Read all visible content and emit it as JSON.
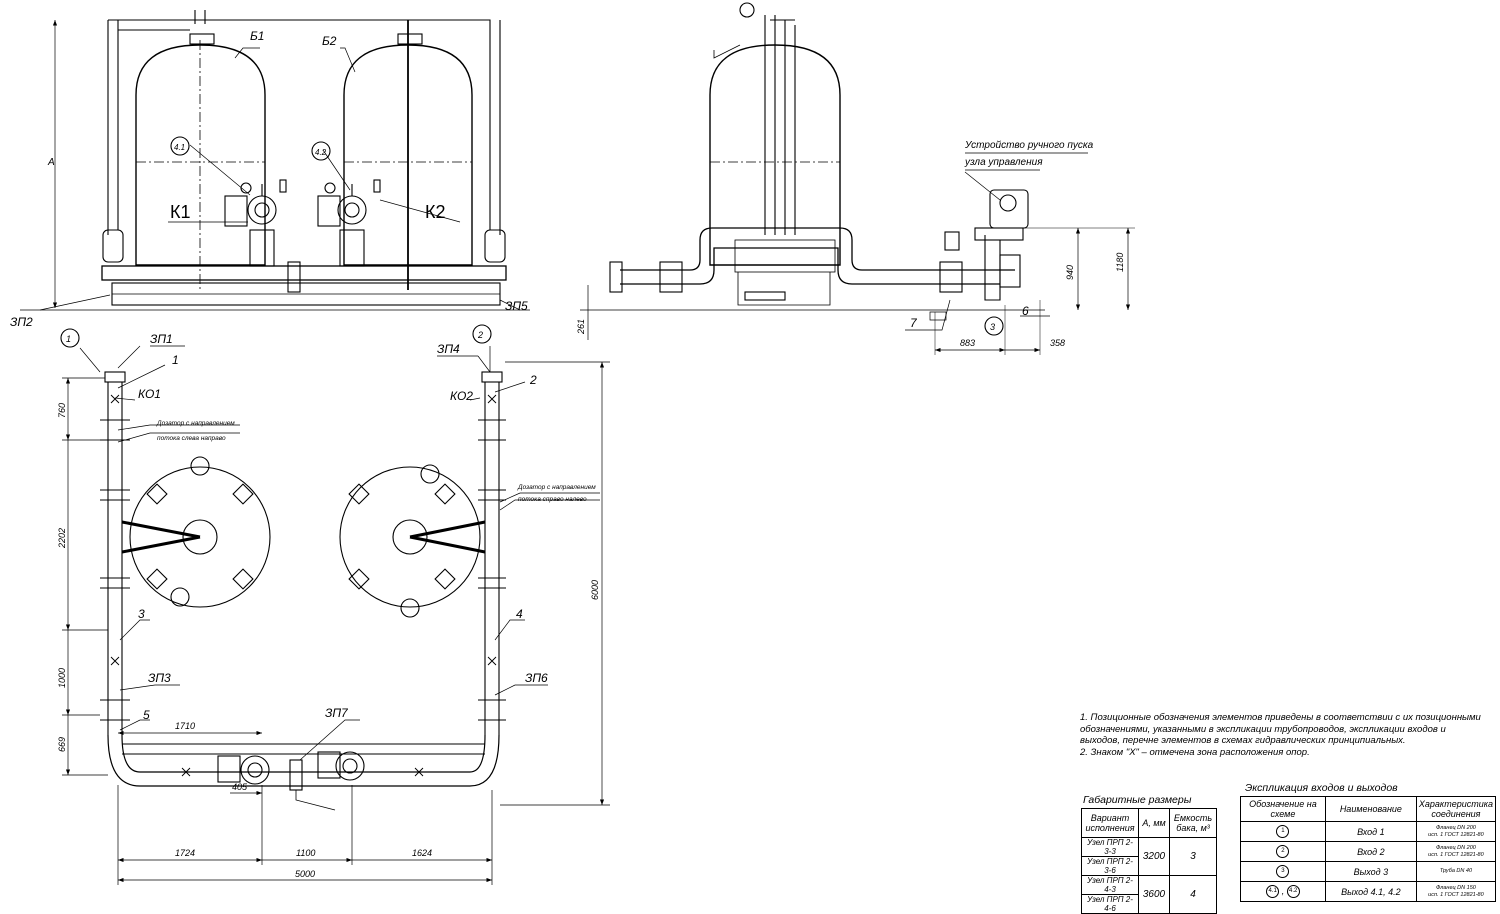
{
  "labels": {
    "tank1": "Б1",
    "tank2": "Б2",
    "k1": "К1",
    "k2": "К2",
    "c41": "4.1",
    "c42": "4.2",
    "dimA": "A",
    "zp1": "ЗП1",
    "zp2": "ЗП2",
    "zp3": "ЗП3",
    "zp4": "ЗП4",
    "zp5": "ЗП5",
    "zp6": "ЗП6",
    "zp7": "ЗП7",
    "ko1": "КО1",
    "ko2": "КО2",
    "c1": "1",
    "c2": "2",
    "c3": "3",
    "n1": "1",
    "n2": "2",
    "n3": "3",
    "n4": "4",
    "n5": "5",
    "n6": "6",
    "n7": "7",
    "doser_left_1": "Дозатор с направлением",
    "doser_left_2": "потока слева направо",
    "doser_right_1": "Дозатор с направлением",
    "doser_right_2": "потока справо налево",
    "manual_1": "Устройство ручного пуска",
    "manual_2": "узла управления"
  },
  "dims": {
    "d760": "760",
    "d2202": "2202",
    "d1000": "1000",
    "d669": "669",
    "d6000": "6000",
    "d1710": "1710",
    "d405": "405",
    "d1724": "1724",
    "d1100": "1100",
    "d1624": "1624",
    "d5000": "5000",
    "d261": "261",
    "d883": "883",
    "d358": "358",
    "d940": "940",
    "d1180": "1180"
  },
  "notes": [
    "1. Позиционные обозначения элементов приведены в соответствии с их позиционными обозначениями, указанными в экспликации трубопроводов, экспликации входов и выходов, перечне элементов в схемах гидравлических принципиальных.",
    "2. Знаком \"Х\" – отмечена зона расположения опор."
  ],
  "dims_table": {
    "title": "Габаритные размеры",
    "headers": [
      "Вариант исполнения",
      "А, мм",
      "Емкость бака, м³"
    ],
    "rows": [
      {
        "variant": "Узел ПРП 2-3-3",
        "a": "3200",
        "cap": "3"
      },
      {
        "variant": "Узел ПРП 2-3-6",
        "a": "",
        "cap": ""
      },
      {
        "variant": "Узел ПРП 2-4-3",
        "a": "3600",
        "cap": "4"
      },
      {
        "variant": "Узел ПРП 2-4-6",
        "a": "",
        "cap": ""
      }
    ]
  },
  "expl_table": {
    "title": "Экспликация входов и выходов",
    "headers": [
      "Обозначение на схеме",
      "Наименование",
      "Характеристика соединения"
    ],
    "rows": [
      {
        "mark": "1",
        "name": "Вход 1",
        "char_1": "Фланец DN 200",
        "char_2": "исп. 1 ГОСТ 12821-80"
      },
      {
        "mark": "2",
        "name": "Вход 2",
        "char_1": "Фланец DN 200",
        "char_2": "исп. 1 ГОСТ 12821-80"
      },
      {
        "mark": "3",
        "name": "Выход 3",
        "char_1": "Труба DN 40",
        "char_2": ""
      },
      {
        "mark": "4.1",
        "mark_b": "4.2",
        "name": "Выход 4.1, 4.2",
        "char_1": "Фланец DN 150",
        "char_2": "исп. 1 ГОСТ 12821-80"
      }
    ]
  }
}
